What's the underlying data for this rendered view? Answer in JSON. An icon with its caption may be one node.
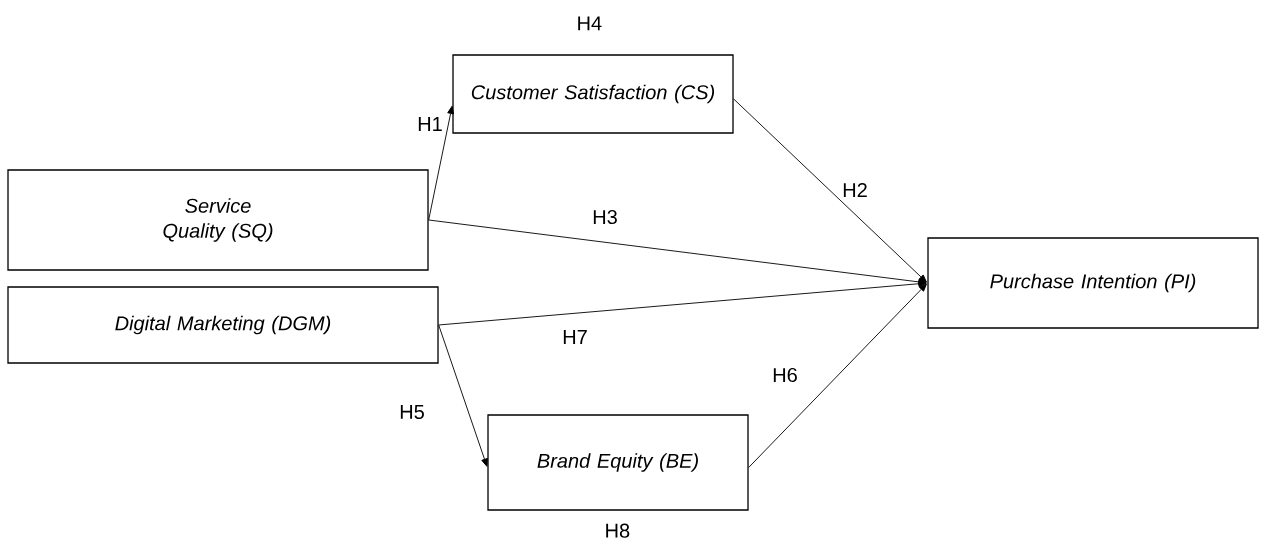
{
  "diagram": {
    "nodes": [
      {
        "text": [
          "Service Quality (SQ)"
        ]
      },
      {
        "text": [
          "Customer Satisfaction (CS)"
        ],
        "beside": [
          "H4"
        ]
      },
      {
        "text": [
          "Digital Marketing (DGM)"
        ]
      },
      {
        "text": [
          "Brand Equity (BE)"
        ],
        "beside": [
          "H8"
        ]
      },
      {
        "text": [
          "Purchase Intention (PI)"
        ]
      }
    ],
    "edges": [
      {
        "from": 0,
        "to": 1,
        "arrow": "to",
        "label": "H1"
      },
      {
        "from": 1,
        "to": 4,
        "arrow": "to",
        "label": "H2"
      },
      {
        "from": 0,
        "to": 4,
        "arrow": "to",
        "label": "H3"
      },
      {
        "from": 2,
        "to": 4,
        "arrow": "to",
        "label": "H7"
      },
      {
        "from": 2,
        "to": 3,
        "arrow": "to",
        "label": "H5"
      },
      {
        "from": 3,
        "to": 4,
        "arrow": "to",
        "label": "H6"
      }
    ]
  }
}
